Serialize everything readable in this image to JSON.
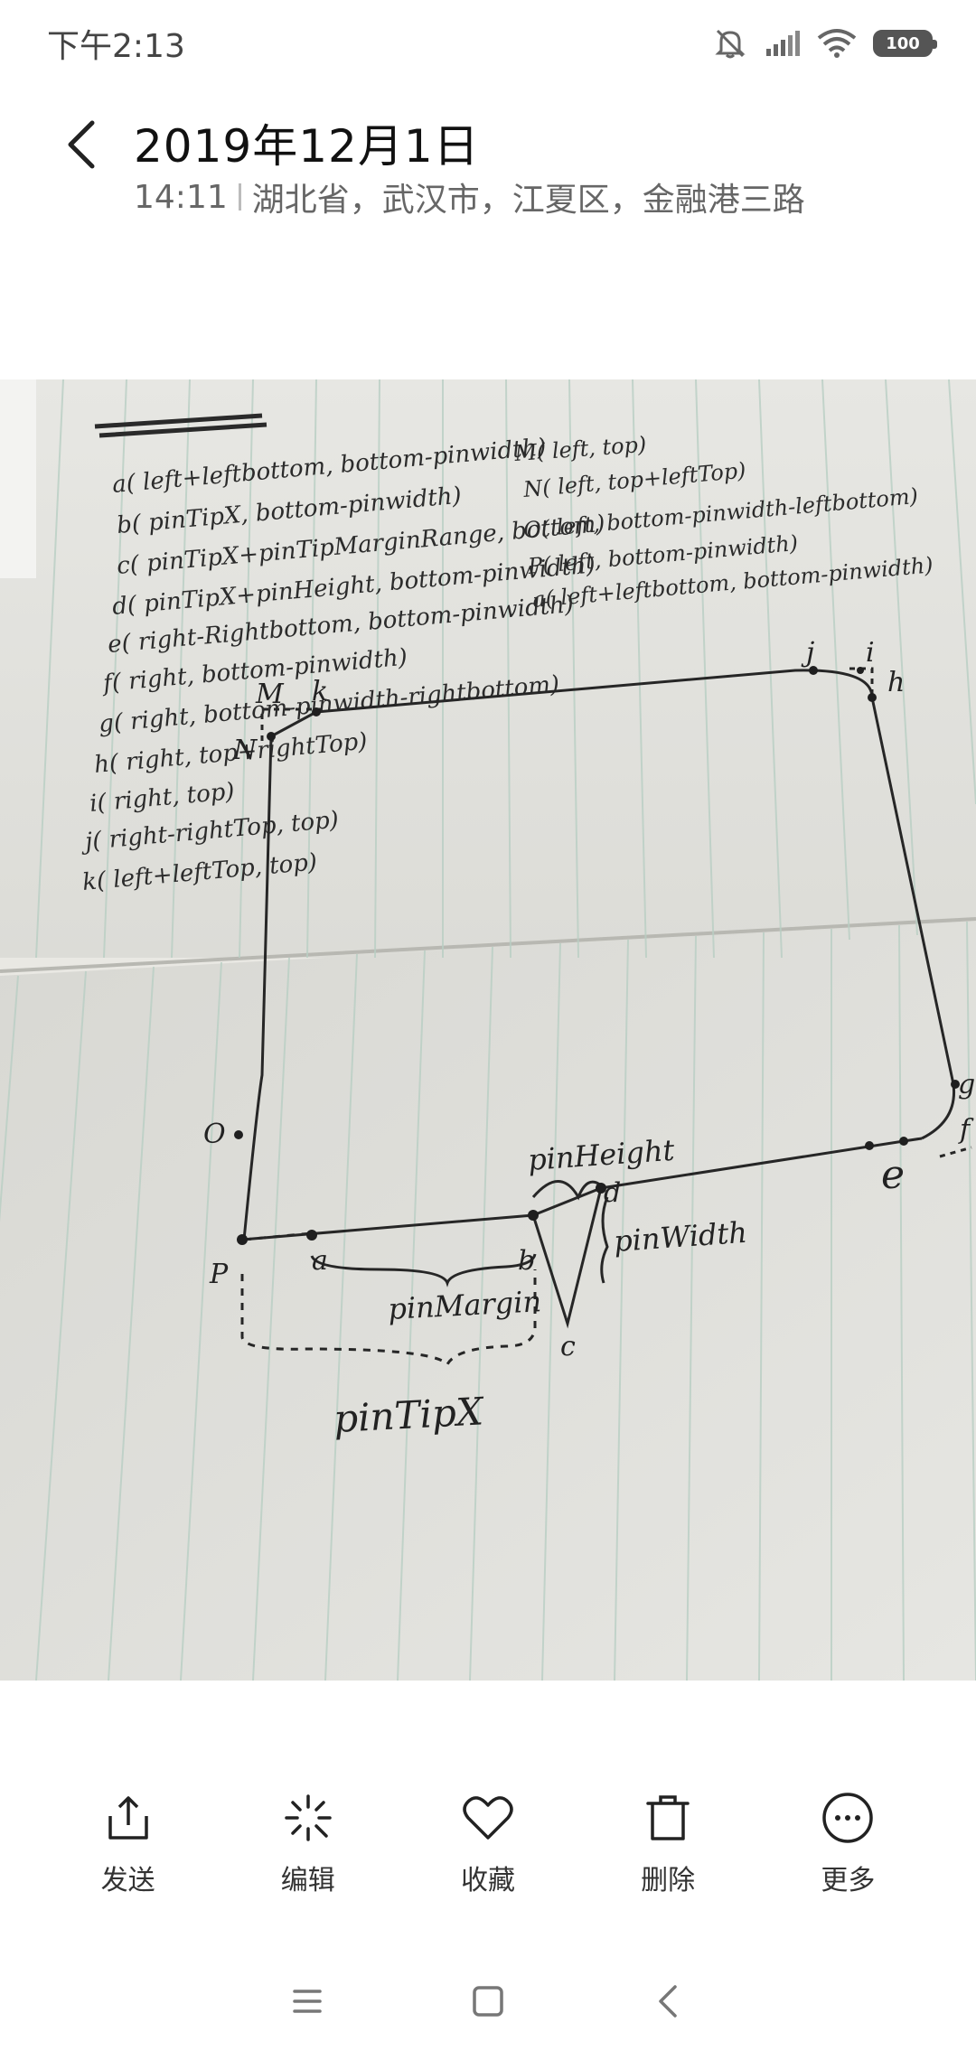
{
  "status_bar": {
    "time": "下午2:13",
    "battery": "100",
    "icons": [
      "mute-icon",
      "signal-icon",
      "wifi-icon",
      "battery-icon"
    ]
  },
  "header": {
    "title": "2019年12月1日",
    "time": "14:11",
    "location": "湖北省，武汉市，江夏区，金融港三路"
  },
  "photo": {
    "notes_top": [
      "a( left+leftbottom, bottom-pinwidth)",
      "b( pinTipX, bottom-pinwidth)",
      "c( pinTipX+pinTipMarginRange, bottom)",
      "d( pinTipX+pinHeight, bottom-pinwidth)",
      "e( right-Rightbottom, bottom-pinwidth)",
      "f( right, bottom-pinwidth)",
      "g( right, bottom-pinwidth-rightbottom)",
      "h( right, top+rightTop)",
      "i( right, top)",
      "j( right-rightTop, top)",
      "k( left+leftTop, top)"
    ],
    "notes_right": [
      "M( left, top)",
      "N( left, top+leftTop)",
      "O( left, bottom-pinwidth-leftbottom)",
      "P( left, bottom-pinwidth)",
      "a( left+leftbottom, bottom-pinwidth)"
    ],
    "diagram_labels": {
      "m": "M",
      "k": "k",
      "n": "N",
      "j": "j",
      "i": "i",
      "h": "h",
      "o": "O",
      "p": "P",
      "a": "a",
      "b": "b",
      "c": "c",
      "d": "d",
      "e": "e",
      "f": "f",
      "g": "g",
      "pin_height": "pinHeight",
      "pin_width": "pinWidth",
      "pin_margin": "pinMargin",
      "pin_tip_x": "pinTipX"
    }
  },
  "toolbar": {
    "items": [
      {
        "label": "发送",
        "icon": "share-icon"
      },
      {
        "label": "编辑",
        "icon": "edit-sparkle-icon"
      },
      {
        "label": "收藏",
        "icon": "heart-icon"
      },
      {
        "label": "删除",
        "icon": "trash-icon"
      },
      {
        "label": "更多",
        "icon": "more-icon"
      }
    ]
  },
  "navbar": {
    "icons": [
      "menu-icon",
      "home-icon",
      "back-nav-icon"
    ]
  }
}
